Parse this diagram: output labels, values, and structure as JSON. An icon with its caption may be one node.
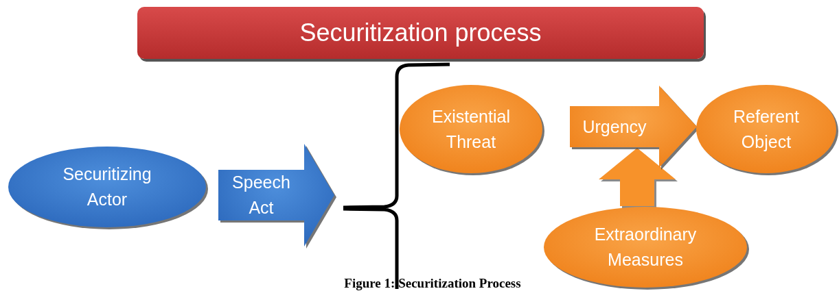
{
  "diagram": {
    "title": "Securitization process",
    "caption": "Figure 1: Securitization Process",
    "nodes": [
      {
        "text": [
          "Securitizing Actor"
        ]
      },
      {
        "text": [
          "Speech Act"
        ]
      },
      {
        "text": [
          "Existential Threat"
        ]
      },
      {
        "text": [
          "Urgency"
        ]
      },
      {
        "text": [
          "Referent Object"
        ]
      },
      {
        "text": [
          "Extraordinary Measures"
        ]
      }
    ],
    "edges": [
      {
        "from": 5,
        "to": 3,
        "arrow": "to",
        "color": "#f7922a"
      }
    ]
  }
}
